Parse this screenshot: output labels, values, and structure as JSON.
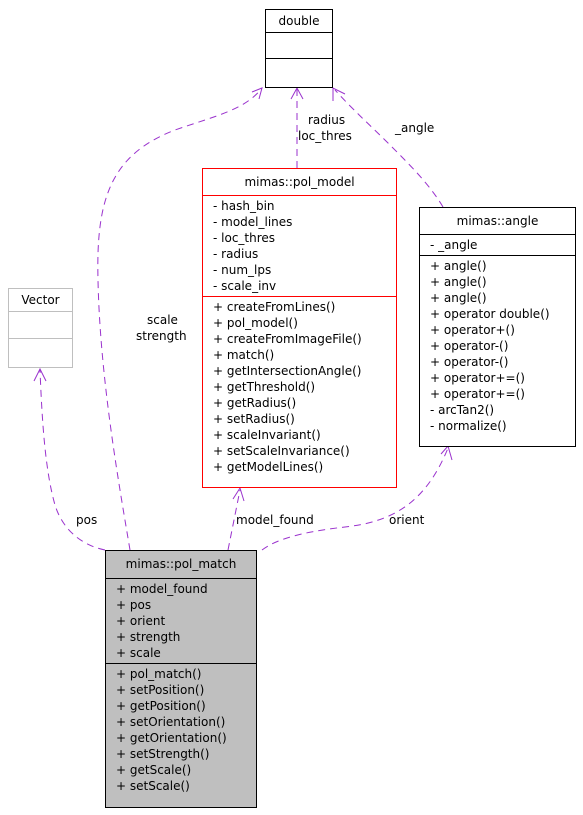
{
  "colors": {
    "edge": "#9a32cd",
    "class_border": "#000000",
    "model_border": "#ff0000",
    "vector_border": "#bfbfbf",
    "match_fill": "#bfbfbf"
  },
  "classes": {
    "double": {
      "name": "double"
    },
    "vector": {
      "name": "Vector"
    },
    "pol_model": {
      "name": "mimas::pol_model",
      "attributes": [
        "- hash_bin",
        "- model_lines",
        "- loc_thres",
        "- radius",
        "- num_lps",
        "- scale_inv"
      ],
      "methods": [
        "+ createFromLines()",
        "+ pol_model()",
        "+ createFromImageFile()",
        "+ match()",
        "+ getIntersectionAngle()",
        "+ getThreshold()",
        "+ getRadius()",
        "+ setRadius()",
        "+ scaleInvariant()",
        "+ setScaleInvariance()",
        "+ getModelLines()"
      ]
    },
    "angle": {
      "name": "mimas::angle",
      "attributes": [
        "- _angle"
      ],
      "methods": [
        "+ angle()",
        "+ angle()",
        "+ angle()",
        "+ operator double()",
        "+ operator+()",
        "+ operator-()",
        "+ operator-()",
        "+ operator+=()",
        "+ operator+=()",
        "- arcTan2()",
        "- normalize()"
      ]
    },
    "pol_match": {
      "name": "mimas::pol_match",
      "attributes": [
        "+ model_found",
        "+ pos",
        "+ orient",
        "+ strength",
        "+ scale"
      ],
      "methods": [
        "+ pol_match()",
        "+ setPosition()",
        "+ getPosition()",
        "+ setOrientation()",
        "+ getOrientation()",
        "+ setStrength()",
        "+ getScale()",
        "+ setScale()"
      ]
    }
  },
  "edge_labels": {
    "radius_loc": [
      "radius",
      "loc_thres"
    ],
    "angle": "_angle",
    "scale_strength": [
      "scale",
      "strength"
    ],
    "pos": "pos",
    "model_found": "model_found",
    "orient": "orient"
  }
}
